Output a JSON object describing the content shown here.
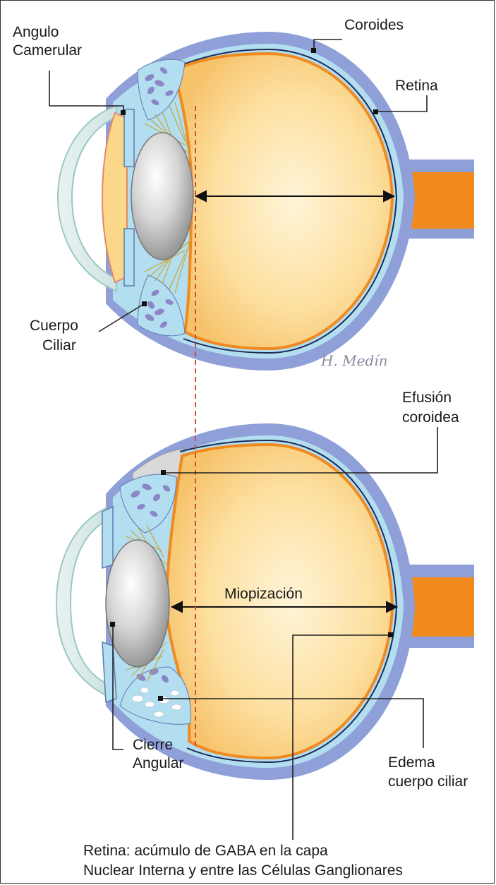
{
  "labels": {
    "angulo_line1": "Angulo",
    "angulo_line2": "Camerular",
    "coroides": "Coroides",
    "retina": "Retina",
    "cuerpo_line1": "Cuerpo",
    "cuerpo_line2": "Ciliar",
    "signature": "H. Medín",
    "efusion_line1": "Efusión",
    "efusion_line2": "coroidea",
    "miopizacion": "Miopización",
    "cierre_line1": "Cierre",
    "cierre_line2": "Angular",
    "edema_line1": "Edema",
    "edema_line2": "cuerpo ciliar",
    "retina_note_line1": "Retina: acúmulo de GABA en la capa",
    "retina_note_line2": "Nuclear Interna y entre las Células Ganglionares"
  },
  "colors": {
    "sclera": "#8f9fd8",
    "choroid_fluid": "#b3def0",
    "vitreous": "#fbd78a",
    "retina_line": "#f08a1e",
    "optic_nerve": "#f08a1e",
    "lens": "#bdbdbd",
    "ciliary": "#8a86c8",
    "zonules": "#e0c040",
    "cornea": "#cfe7e6",
    "effusion": "#d9d9d9",
    "guide_line": "#d24a3a"
  }
}
